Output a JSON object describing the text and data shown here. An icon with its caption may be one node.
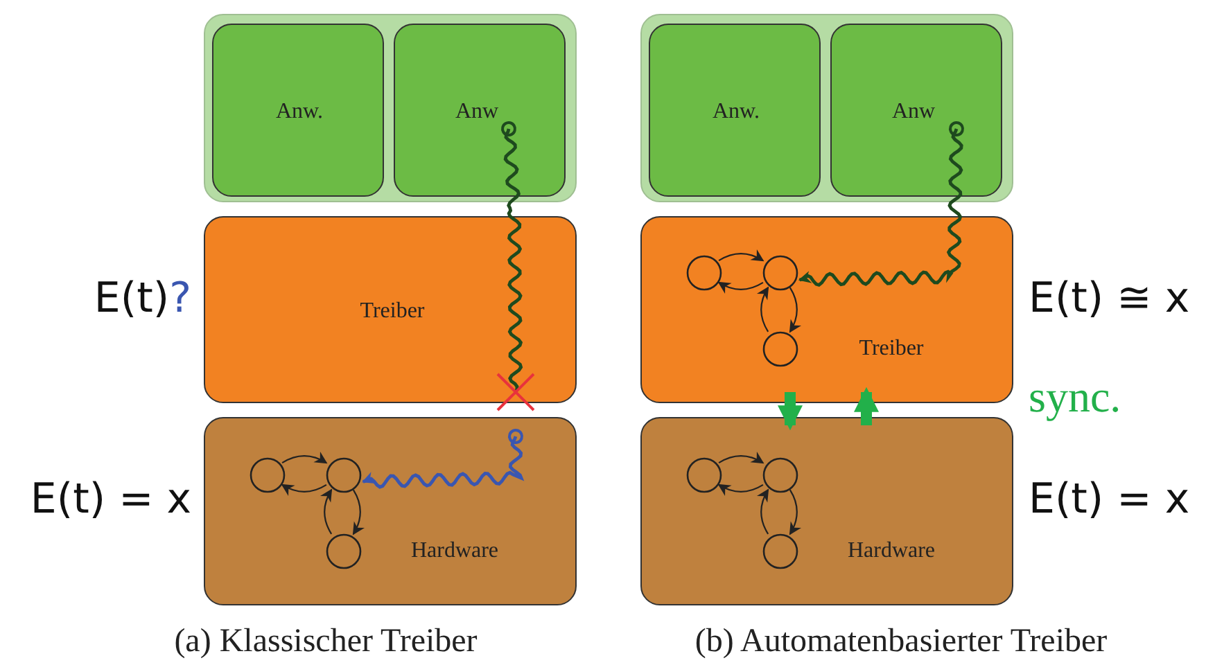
{
  "diagram": {
    "nodes": [
      {
        "text": [],
        "shape": "box"
      },
      {
        "text": [
          "Anw."
        ],
        "in": 0
      },
      {
        "text": [
          "Anw"
        ],
        "in": 0
      },
      {
        "text": [
          "Treiber"
        ],
        "beside": [
          "E(t)",
          "?"
        ]
      },
      {
        "text": [
          "Hardware"
        ],
        "beside": [
          "E(t) = x"
        ]
      },
      {
        "text": [],
        "shape": "circle",
        "in": 4
      },
      {
        "text": [],
        "shape": "circle",
        "in": 4
      },
      {
        "text": [],
        "shape": "circle",
        "in": 4
      },
      {
        "text": [],
        "shape": "box"
      },
      {
        "text": [
          "Anw."
        ],
        "in": 8
      },
      {
        "text": [
          "Anw"
        ],
        "in": 8
      },
      {
        "text": [
          "Treiber"
        ],
        "beside": [
          "E(t) ≅ x"
        ]
      },
      {
        "text": [],
        "shape": "circle",
        "in": 11
      },
      {
        "text": [],
        "shape": "circle",
        "in": 11
      },
      {
        "text": [],
        "shape": "circle",
        "in": 11
      },
      {
        "text": [
          "Hardware"
        ],
        "beside": [
          "E(t) = x"
        ]
      },
      {
        "text": [],
        "shape": "circle",
        "in": 15
      },
      {
        "text": [],
        "shape": "circle",
        "in": 15
      },
      {
        "text": [],
        "shape": "circle",
        "in": 15
      }
    ],
    "edges": [
      {
        "from": 5,
        "to": 6,
        "arrow": "to"
      },
      {
        "from": 6,
        "to": 5,
        "arrow": "to"
      },
      {
        "from": 6,
        "to": 7,
        "arrow": "to"
      },
      {
        "from": 7,
        "to": 6,
        "arrow": "to"
      },
      {
        "from": 2,
        "to": 3,
        "arrow": "other",
        "color": "#1e4a1e"
      },
      {
        "from": 4,
        "to": 6,
        "arrow": "to",
        "color": "#3a56b0"
      },
      {
        "from": 12,
        "to": 13,
        "arrow": "to"
      },
      {
        "from": 13,
        "to": 12,
        "arrow": "to"
      },
      {
        "from": 13,
        "to": 14,
        "arrow": "to"
      },
      {
        "from": 14,
        "to": 13,
        "arrow": "to"
      },
      {
        "from": 16,
        "to": 17,
        "arrow": "to"
      },
      {
        "from": 17,
        "to": 16,
        "arrow": "to"
      },
      {
        "from": 17,
        "to": 18,
        "arrow": "to"
      },
      {
        "from": 18,
        "to": 17,
        "arrow": "to"
      },
      {
        "from": 10,
        "to": 13,
        "arrow": "to",
        "color": "#1e4a1e"
      },
      {
        "from": 11,
        "to": 15,
        "arrow": "to",
        "style": "thick",
        "color": "#22b04a"
      },
      {
        "from": 15,
        "to": 11,
        "arrow": "to",
        "style": "thick",
        "color": "#22b04a"
      }
    ],
    "labels": [
      "sync.",
      "(a) Klassischer Treiber",
      "(b) Automatenbasierter Treiber"
    ]
  }
}
